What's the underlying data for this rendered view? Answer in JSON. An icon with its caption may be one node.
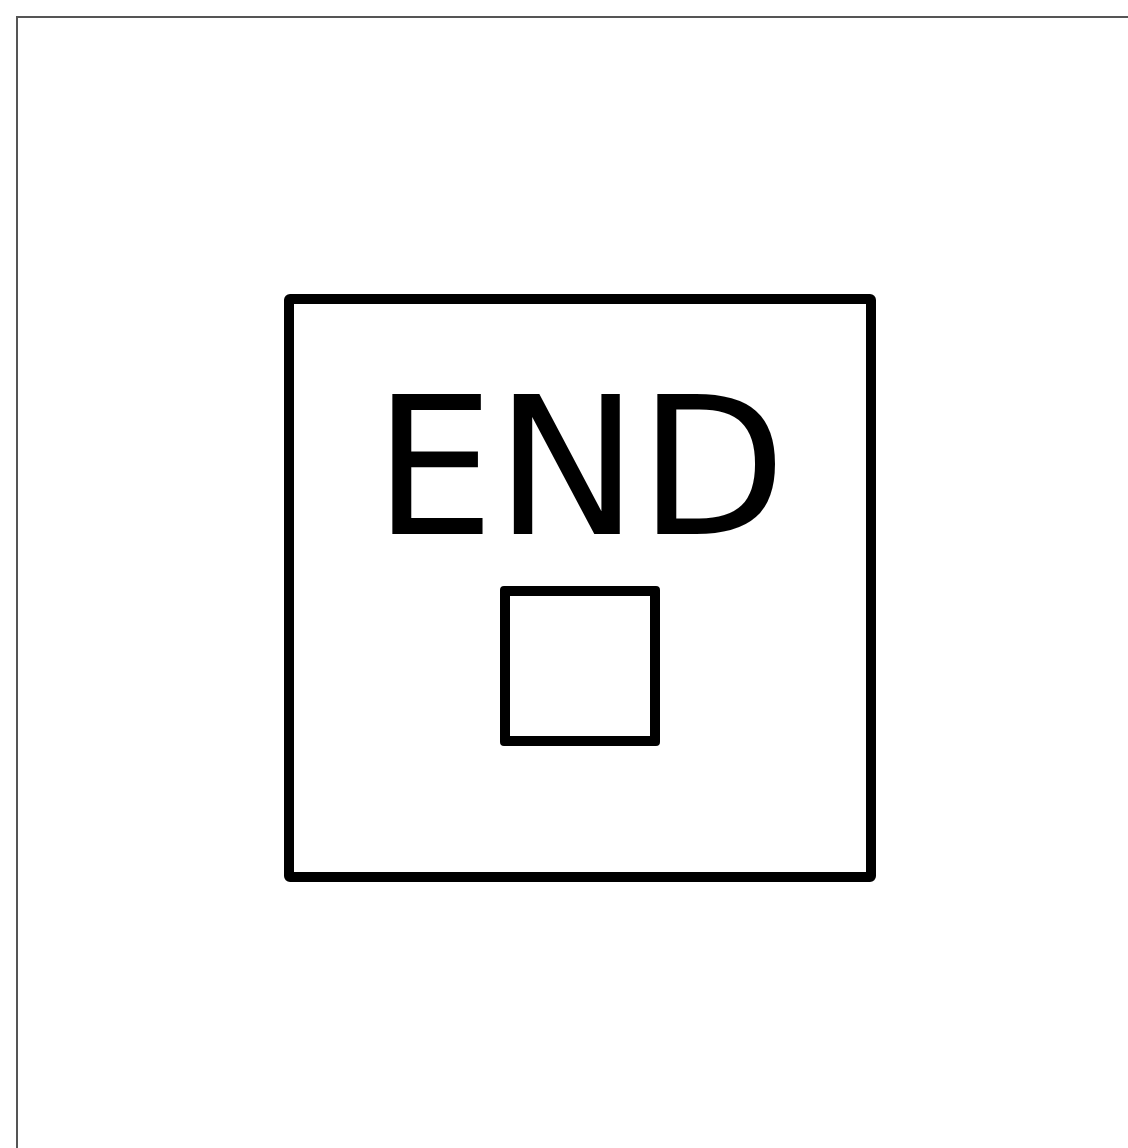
{
  "diagram": {
    "nodes": [
      {
        "text": [
          "END"
        ]
      },
      {
        "text": [],
        "shape": "box",
        "in": 0
      }
    ]
  }
}
